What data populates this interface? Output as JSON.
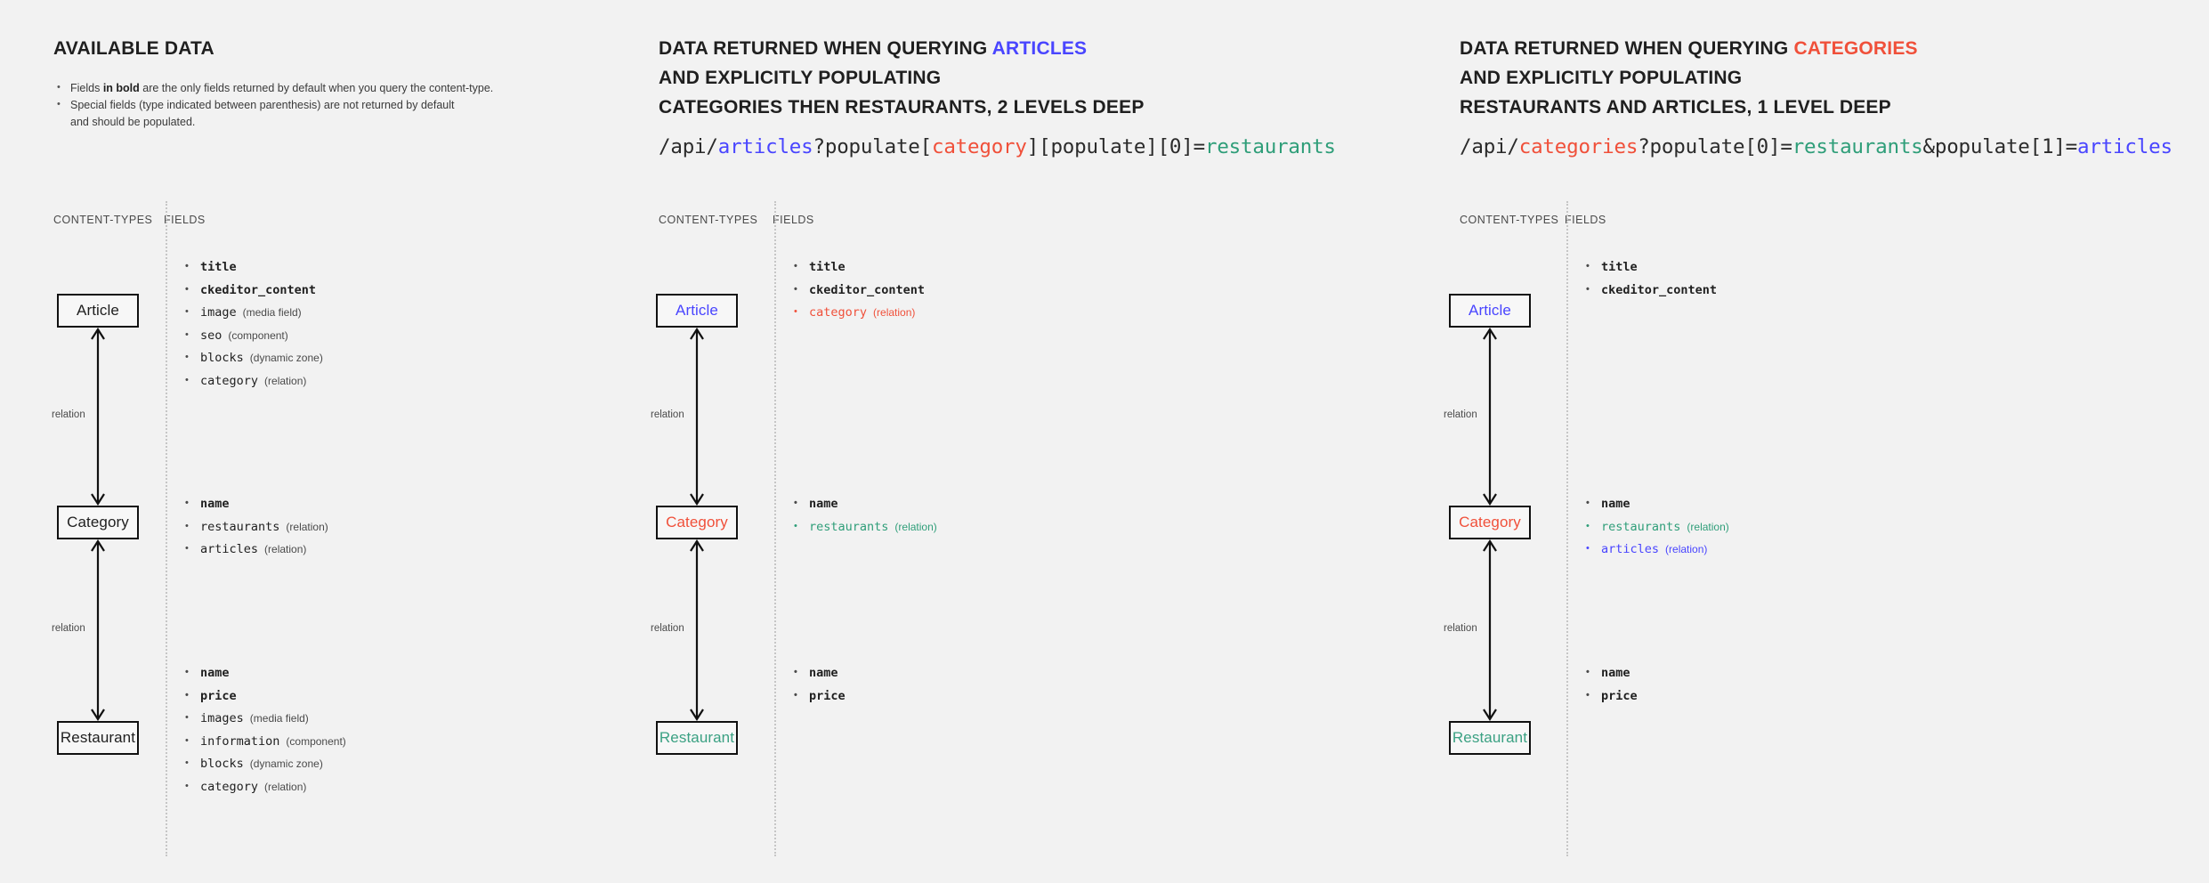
{
  "panels": [
    {
      "id": "available-data",
      "heading_lines": [
        {
          "parts": [
            {
              "text": "AVAILABLE DATA",
              "color": "default"
            }
          ]
        }
      ],
      "bullets": [
        {
          "segments": [
            {
              "text": "Fields ",
              "bold": false
            },
            {
              "text": "in bold",
              "bold": true
            },
            {
              "text": " are the only fields returned by default when you query the content-type.",
              "bold": false
            }
          ]
        },
        {
          "segments": [
            {
              "text": "Special fields (type indicated between parenthesis) are not returned by default",
              "bold": false
            }
          ]
        },
        {
          "segments": [
            {
              "text": "and should be populated.",
              "bold": false
            }
          ],
          "continuation": true
        }
      ],
      "api_url": null,
      "col_label_types": "CONTENT-TYPES",
      "col_label_fields": "FIELDS",
      "entities": [
        {
          "name": "Article",
          "color": "default"
        },
        {
          "name": "Category",
          "color": "default"
        },
        {
          "name": "Restaurant",
          "color": "default"
        }
      ],
      "relations": [
        {
          "label": "relation"
        },
        {
          "label": "relation"
        }
      ],
      "field_groups": [
        {
          "entity": "Article",
          "fields": [
            {
              "name": "title",
              "type": "",
              "bold": true,
              "color": "default"
            },
            {
              "name": "ckeditor_content",
              "type": "",
              "bold": true,
              "color": "default"
            },
            {
              "name": "image",
              "type": "(media field)",
              "bold": false,
              "color": "default"
            },
            {
              "name": "seo",
              "type": "(component)",
              "bold": false,
              "color": "default"
            },
            {
              "name": "blocks",
              "type": "(dynamic zone)",
              "bold": false,
              "color": "default"
            },
            {
              "name": "category",
              "type": "(relation)",
              "bold": false,
              "color": "default"
            }
          ]
        },
        {
          "entity": "Category",
          "fields": [
            {
              "name": "name",
              "type": "",
              "bold": true,
              "color": "default"
            },
            {
              "name": "restaurants",
              "type": "(relation)",
              "bold": false,
              "color": "default"
            },
            {
              "name": "articles",
              "type": "(relation)",
              "bold": false,
              "color": "default"
            }
          ]
        },
        {
          "entity": "Restaurant",
          "fields": [
            {
              "name": "name",
              "type": "",
              "bold": true,
              "color": "default"
            },
            {
              "name": "price",
              "type": "",
              "bold": true,
              "color": "default"
            },
            {
              "name": "images",
              "type": "(media field)",
              "bold": false,
              "color": "default"
            },
            {
              "name": "information",
              "type": "(component)",
              "bold": false,
              "color": "default"
            },
            {
              "name": "blocks",
              "type": "(dynamic zone)",
              "bold": false,
              "color": "default"
            },
            {
              "name": "category",
              "type": "(relation)",
              "bold": false,
              "color": "default"
            }
          ]
        }
      ]
    },
    {
      "id": "query-articles",
      "heading_lines": [
        {
          "parts": [
            {
              "text": "DATA RETURNED WHEN QUERYING ",
              "color": "default"
            },
            {
              "text": "ARTICLES",
              "color": "blue"
            }
          ]
        },
        {
          "parts": [
            {
              "text": "AND EXPLICITLY POPULATING",
              "color": "default"
            }
          ]
        },
        {
          "parts": [
            {
              "text": "CATEGORIES THEN RESTAURANTS, 2 LEVELS DEEP",
              "color": "default"
            }
          ]
        }
      ],
      "bullets": [],
      "api_url": {
        "segments": [
          {
            "text": "/api/",
            "color": "default"
          },
          {
            "text": "articles",
            "color": "blue"
          },
          {
            "text": "?populate[",
            "color": "default"
          },
          {
            "text": "category",
            "color": "orange"
          },
          {
            "text": "][populate][0]=",
            "color": "default"
          },
          {
            "text": "restaurants",
            "color": "teal"
          }
        ]
      },
      "col_label_types": "CONTENT-TYPES",
      "col_label_fields": "FIELDS",
      "entities": [
        {
          "name": "Article",
          "color": "blue"
        },
        {
          "name": "Category",
          "color": "orange"
        },
        {
          "name": "Restaurant",
          "color": "teal"
        }
      ],
      "relations": [
        {
          "label": "relation"
        },
        {
          "label": "relation"
        }
      ],
      "field_groups": [
        {
          "entity": "Article",
          "fields": [
            {
              "name": "title",
              "type": "",
              "bold": true,
              "color": "default"
            },
            {
              "name": "ckeditor_content",
              "type": "",
              "bold": true,
              "color": "default"
            },
            {
              "name": "category",
              "type": "(relation)",
              "bold": false,
              "color": "orange"
            }
          ]
        },
        {
          "entity": "Category",
          "fields": [
            {
              "name": "name",
              "type": "",
              "bold": true,
              "color": "default"
            },
            {
              "name": "restaurants",
              "type": "(relation)",
              "bold": false,
              "color": "teal"
            }
          ]
        },
        {
          "entity": "Restaurant",
          "fields": [
            {
              "name": "name",
              "type": "",
              "bold": true,
              "color": "default"
            },
            {
              "name": "price",
              "type": "",
              "bold": true,
              "color": "default"
            }
          ]
        }
      ]
    },
    {
      "id": "query-categories",
      "heading_lines": [
        {
          "parts": [
            {
              "text": "DATA RETURNED WHEN QUERYING ",
              "color": "default"
            },
            {
              "text": "CATEGORIES",
              "color": "orange"
            }
          ]
        },
        {
          "parts": [
            {
              "text": "AND EXPLICITLY POPULATING",
              "color": "default"
            }
          ]
        },
        {
          "parts": [
            {
              "text": "RESTAURANTS AND ARTICLES, 1 LEVEL DEEP",
              "color": "default"
            }
          ]
        }
      ],
      "bullets": [],
      "api_url": {
        "segments": [
          {
            "text": "/api/",
            "color": "default"
          },
          {
            "text": "categories",
            "color": "orange"
          },
          {
            "text": "?populate[0]=",
            "color": "default"
          },
          {
            "text": "restaurants",
            "color": "teal"
          },
          {
            "text": "&populate[1]=",
            "color": "default"
          },
          {
            "text": "articles",
            "color": "blue"
          }
        ]
      },
      "col_label_types": "CONTENT-TYPES",
      "col_label_fields": "FIELDS",
      "entities": [
        {
          "name": "Article",
          "color": "blue"
        },
        {
          "name": "Category",
          "color": "orange"
        },
        {
          "name": "Restaurant",
          "color": "teal"
        }
      ],
      "relations": [
        {
          "label": "relation"
        },
        {
          "label": "relation"
        }
      ],
      "field_groups": [
        {
          "entity": "Article",
          "fields": [
            {
              "name": "title",
              "type": "",
              "bold": true,
              "color": "default"
            },
            {
              "name": "ckeditor_content",
              "type": "",
              "bold": true,
              "color": "default"
            }
          ]
        },
        {
          "entity": "Category",
          "fields": [
            {
              "name": "name",
              "type": "",
              "bold": true,
              "color": "default"
            },
            {
              "name": "restaurants",
              "type": "(relation)",
              "bold": false,
              "color": "teal"
            },
            {
              "name": "articles",
              "type": "(relation)",
              "bold": false,
              "color": "blue"
            }
          ]
        },
        {
          "entity": "Restaurant",
          "fields": [
            {
              "name": "name",
              "type": "",
              "bold": true,
              "color": "default"
            },
            {
              "name": "price",
              "type": "",
              "bold": true,
              "color": "default"
            }
          ]
        }
      ]
    }
  ],
  "colors": {
    "background": "#f2f2f2",
    "blue": "#4945ff",
    "orange": "#f0503a",
    "teal": "#2f9e79",
    "text": "#1f1f1f",
    "muted": "#4a4a4a",
    "divider": "#c6c6c6",
    "box_border": "#111111"
  }
}
